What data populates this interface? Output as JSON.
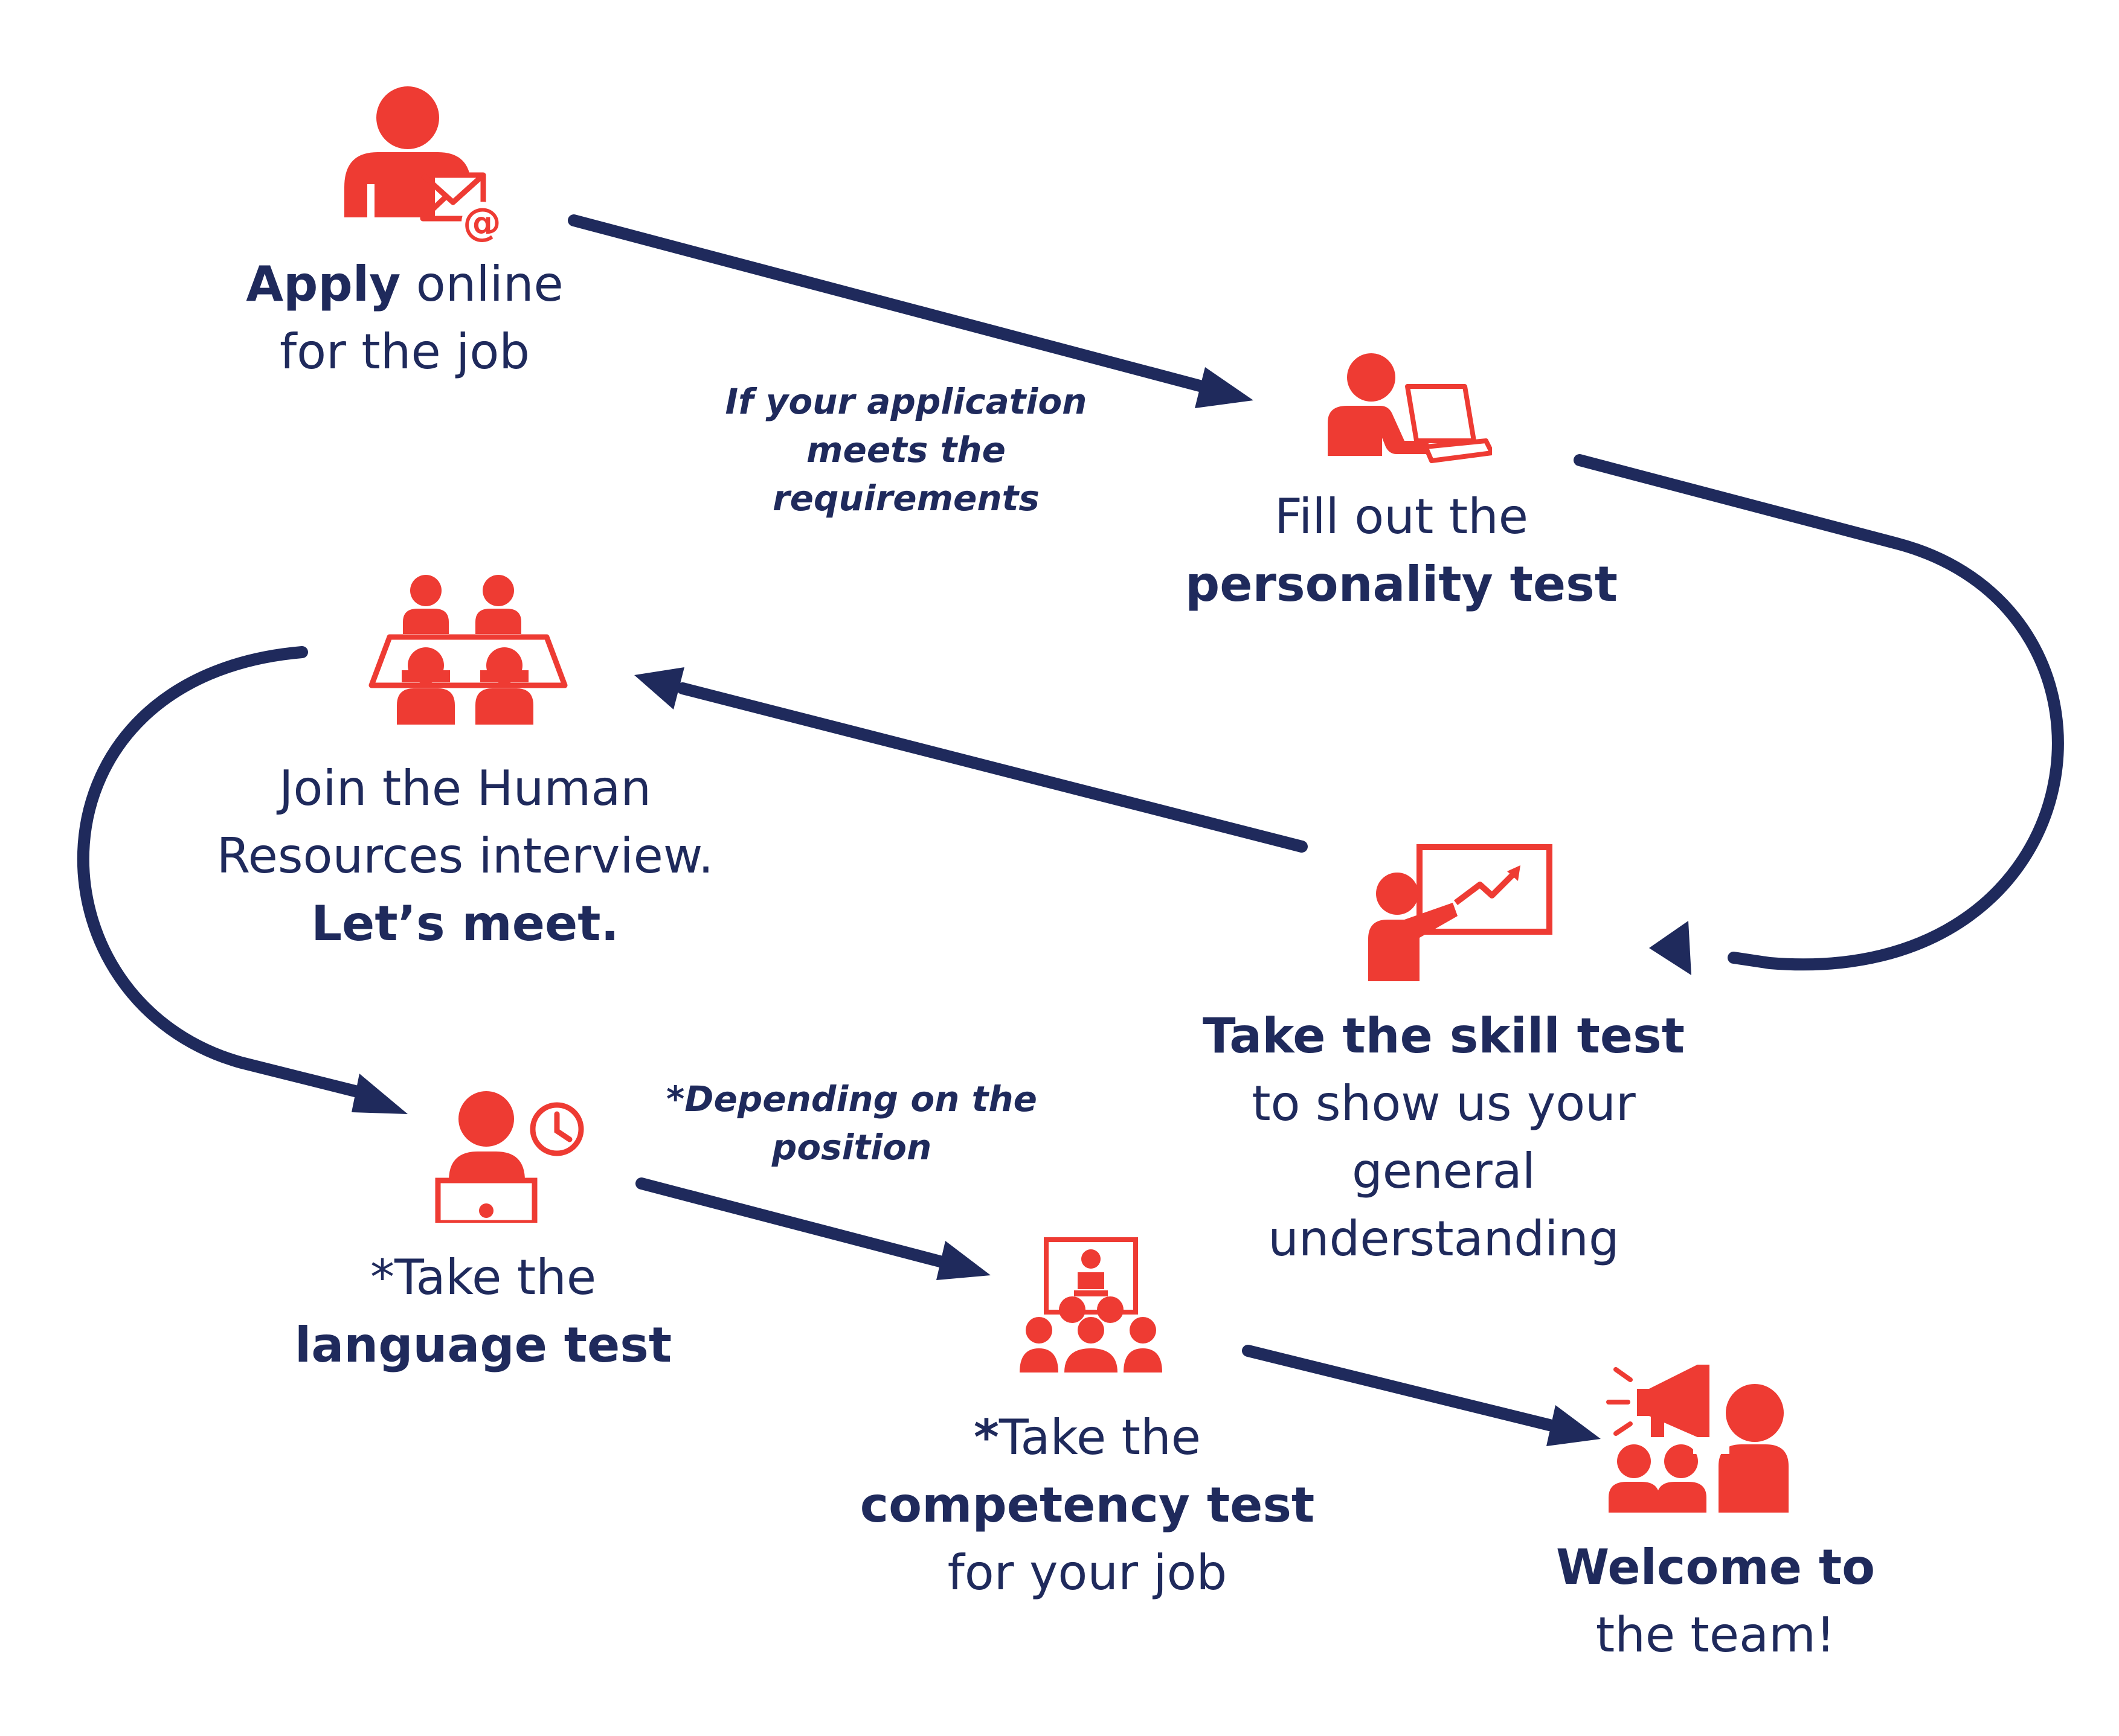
{
  "colors": {
    "accent": "#ee3b33",
    "text": "#1f2a5c",
    "arrow": "#1f2a5c",
    "background": "#ffffff"
  },
  "steps": [
    {
      "id": "apply",
      "icon": "person-mail-icon",
      "line1_bold": "Apply",
      "line1_regular": " online",
      "line2": "for the job"
    },
    {
      "id": "personality",
      "icon": "person-laptop-icon",
      "line1": "Fill out the",
      "line2_bold": "personality test"
    },
    {
      "id": "skill",
      "icon": "presenter-chart-icon",
      "line1_bold": "Take the skill test",
      "line2": "to show us your",
      "line3": "general",
      "line4": "understanding"
    },
    {
      "id": "interview",
      "icon": "meeting-table-icon",
      "line1": "Join the Human",
      "line2": "Resources interview.",
      "line3_bold": "Let’s meet."
    },
    {
      "id": "language",
      "icon": "person-clock-icon",
      "line1": "*Take the",
      "line2_bold": "language test"
    },
    {
      "id": "competency",
      "icon": "audience-screen-icon",
      "line1_bold": "*",
      "line1_regular": "Take the",
      "line2_bold": "competency test",
      "line3": "for your job"
    },
    {
      "id": "welcome",
      "icon": "megaphone-team-icon",
      "line1_bold": "Welcome to",
      "line2": "the team!"
    }
  ],
  "notes": {
    "application": [
      "If your application",
      "meets the",
      "requirements"
    ],
    "position": [
      "*Depending on the",
      "position"
    ]
  }
}
